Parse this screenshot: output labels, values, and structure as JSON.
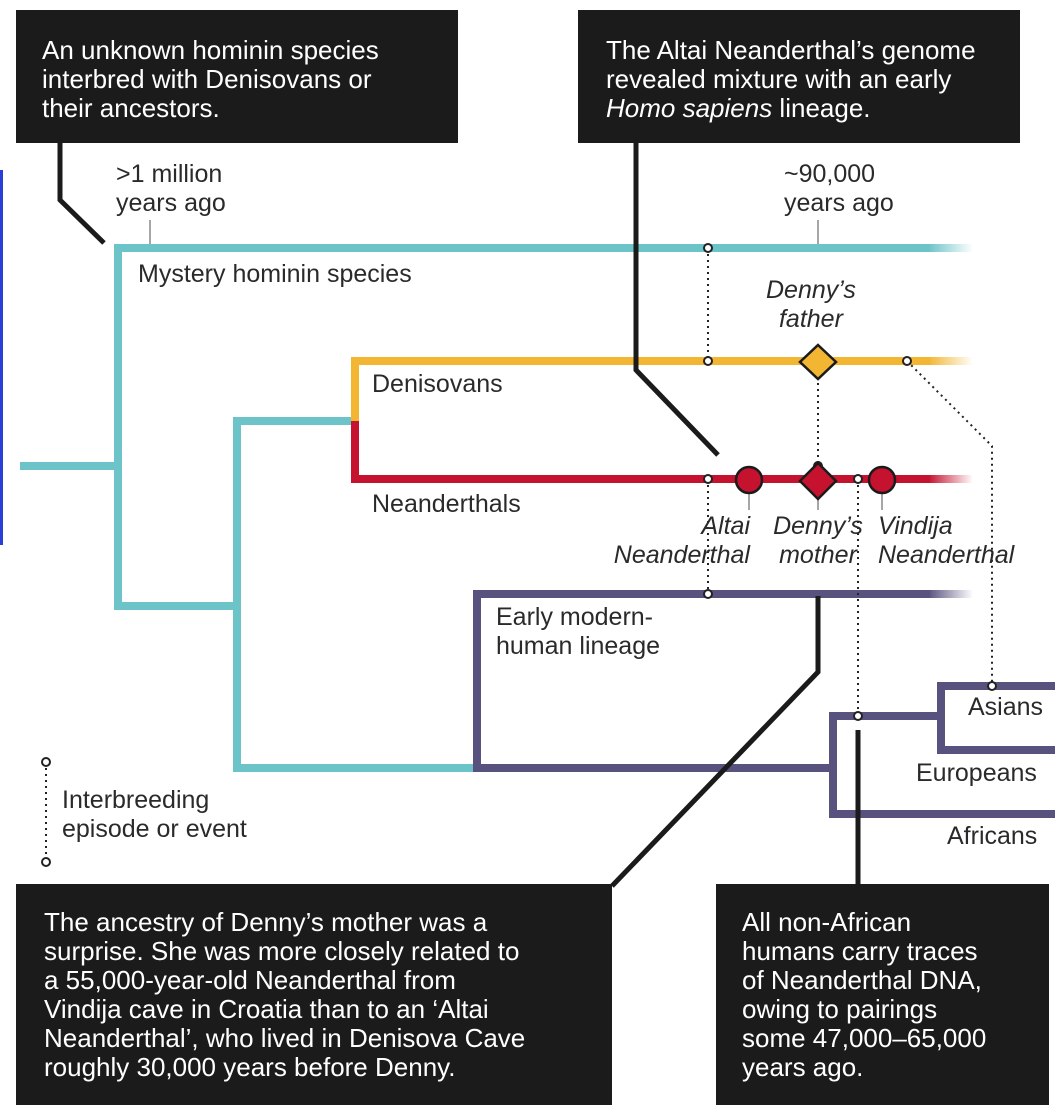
{
  "colors": {
    "teal": "#6cc3c8",
    "yellow": "#f2b632",
    "red": "#c4122f",
    "purple": "#57527e",
    "box": "#1b1b1b"
  },
  "callouts": {
    "unknown_species": "An unknown hominin species\ninterbred with Denisovans or\ntheir ancestors.",
    "altai_prefix": "The Altai Neanderthal’s genome\nrevealed mixture with an early",
    "altai_italic": "Homo sapiens",
    "altai_suffix": " lineage.",
    "denny_mother": "The ancestry of Denny’s mother was a\nsurprise. She was more closely related to\na 55,000-year-old Neanderthal from\nVindija cave in Croatia than to an ‘Altai\nNeanderthal’, who lived in Denisova Cave\nroughly 30,000 years before Denny.",
    "non_african": "All non-African\nhumans carry traces\nof Neanderthal DNA,\nowing to pairings\nsome 47,000–65,000\nyears ago."
  },
  "time_labels": {
    "million": ">1 million\nyears ago",
    "ninety_thousand": "~90,000\nyears ago"
  },
  "lineages": {
    "mystery": "Mystery hominin species",
    "denisovans": "Denisovans",
    "neanderthals": "Neanderthals",
    "early_modern": "Early modern-\nhuman lineage",
    "asians": "Asians",
    "europeans": "Europeans",
    "africans": "Africans"
  },
  "individuals": {
    "denny_father": "Denny’s\nfather",
    "altai": "Altai\nNeanderthal",
    "denny_mother": "Denny’s\nmother",
    "vindija": "Vindija\nNeanderthal"
  },
  "legend": {
    "interbreeding": "Interbreeding\nepisode or event"
  }
}
